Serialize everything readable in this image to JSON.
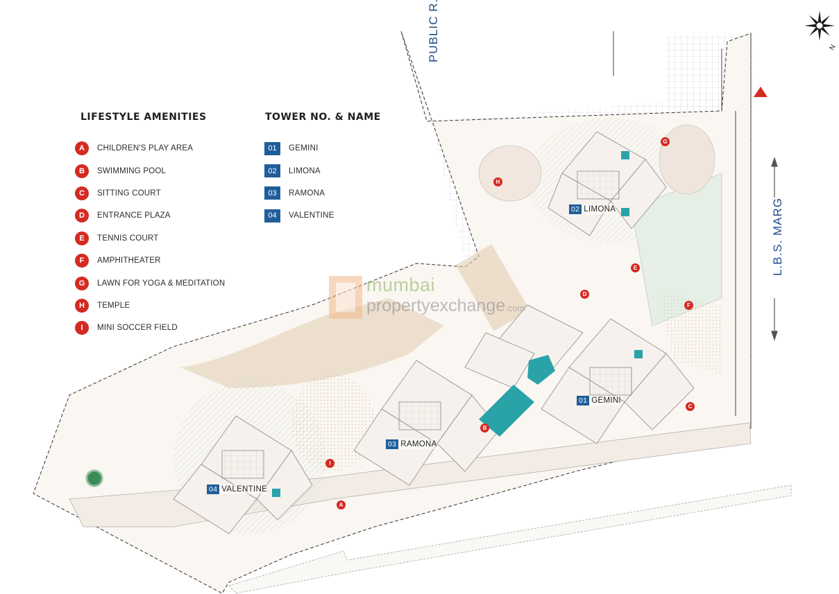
{
  "legend": {
    "amenities_title": "LIFESTYLE AMENITIES",
    "amenities": [
      {
        "letter": "A",
        "label": "CHILDREN'S PLAY AREA"
      },
      {
        "letter": "B",
        "label": "SWIMMING POOL"
      },
      {
        "letter": "C",
        "label": "SITTING COURT"
      },
      {
        "letter": "D",
        "label": "ENTRANCE PLAZA"
      },
      {
        "letter": "E",
        "label": "TENNIS COURT"
      },
      {
        "letter": "F",
        "label": "AMPHITHEATER"
      },
      {
        "letter": "G",
        "label": "LAWN FOR YOGA & MEDITATION"
      },
      {
        "letter": "H",
        "label": "TEMPLE"
      },
      {
        "letter": "I",
        "label": "MINI SOCCER FIELD"
      }
    ],
    "towers_title": "TOWER NO. & NAME",
    "towers": [
      {
        "no": "01",
        "name": "GEMINI"
      },
      {
        "no": "02",
        "name": "LIMONA"
      },
      {
        "no": "03",
        "name": "RAMONA"
      },
      {
        "no": "04",
        "name": "VALENTINE"
      }
    ]
  },
  "roads": {
    "public": "PUBLIC R.G.",
    "lbs": "L.B.S. MARG"
  },
  "map_towers": [
    {
      "no": "01",
      "name": "GEMINI"
    },
    {
      "no": "02",
      "name": "LIMONA"
    },
    {
      "no": "03",
      "name": "RAMONA"
    },
    {
      "no": "04",
      "name": "VALENTINE"
    }
  ],
  "map_markers": [
    "A",
    "B",
    "C",
    "D",
    "E",
    "F",
    "G",
    "H",
    "I"
  ],
  "compass_label": "N",
  "watermark": {
    "top": "mumbai",
    "bottom": "propertyexchange",
    "suffix": ".com"
  },
  "colors": {
    "amenity_marker": "#d42a22",
    "tower_badge": "#1f5e9a",
    "road_label": "#1f4e8a",
    "pool": "#2aa3a8"
  }
}
